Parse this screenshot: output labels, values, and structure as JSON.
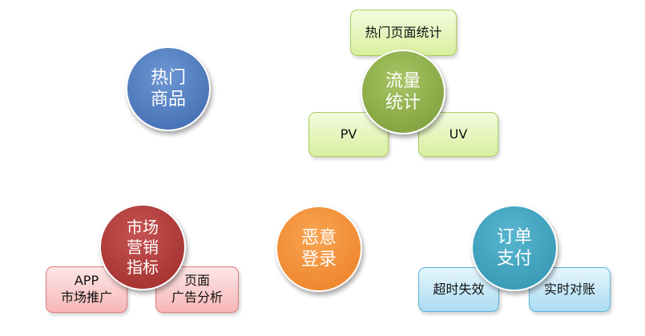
{
  "hot_products": {
    "line1": "热门",
    "line2": "商品"
  },
  "traffic_stats": {
    "center": {
      "line1": "流量",
      "line2": "统计"
    },
    "boxes": {
      "top": "热门页面统计",
      "left": "PV",
      "right": "UV"
    }
  },
  "marketing": {
    "center": {
      "line1": "市场",
      "line2": "营销",
      "line3": "指标"
    },
    "boxes": {
      "left": {
        "line1": "APP",
        "line2": "市场推广"
      },
      "right": {
        "line1": "页面",
        "line2": "广告分析"
      }
    }
  },
  "malicious_login": {
    "line1": "恶意",
    "line2": "登录"
  },
  "order_payment": {
    "center": {
      "line1": "订单",
      "line2": "支付"
    },
    "boxes": {
      "left": "超时失效",
      "right": "实时对账"
    }
  }
}
